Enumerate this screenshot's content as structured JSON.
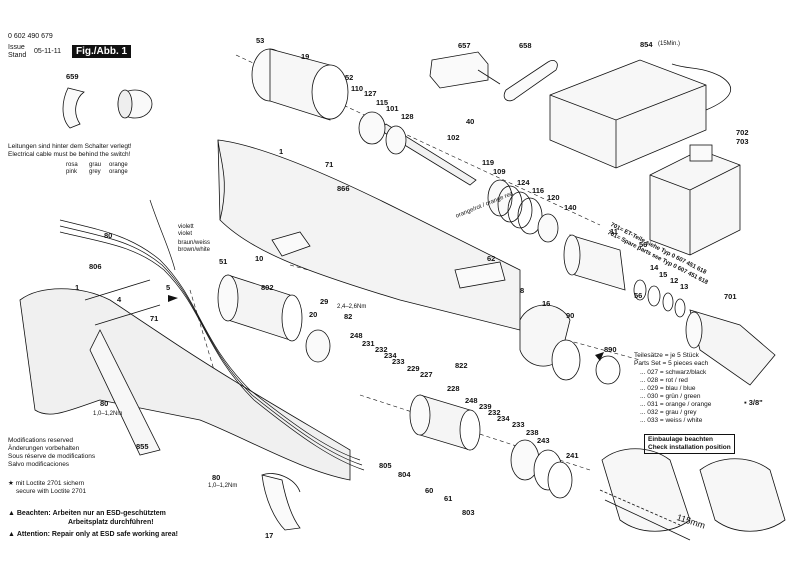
{
  "header": {
    "doc_number": "0 602 490 679",
    "issue_label": "Issue",
    "stand_label": "Stand",
    "issue_date": "05-11-11",
    "fig_label": "Fig./Abb. 1"
  },
  "cable_note": {
    "line1": "Leitungen sind hinter dem Schalter verlegt!",
    "line2": "Electrical cable must be behind the switch!"
  },
  "wire_colors": {
    "rosa": "rosa",
    "pink": "pink",
    "grau": "grau",
    "grey": "grey",
    "orange_de": "orange",
    "orange_en": "orange",
    "violett": "violett",
    "violet": "violet",
    "braunweiss": "braun/weiss",
    "brownwhite": "brown/white",
    "orange_rot": "orange/rot / orange red"
  },
  "torque_notes": {
    "t1": "2,4–2,6Nm",
    "t2": "1,0–1,2Nm",
    "t3": "1,0–1,2Nm"
  },
  "charger_label": "854",
  "charger_sub": "(15Min.)",
  "et_parts": {
    "line1": "701= ET-Teile siehe   Typ  0 607 451 618",
    "line2": "701= Spare parts see  Typ  0 607 451 618"
  },
  "parts_set": {
    "line1": "Teilesätze = je 5 Stück",
    "line2": "Parts Set   = 5 pieces each",
    "items": [
      "... 027 = schwarz/black",
      "... 028 = rot / red",
      "... 029 = blau / blue",
      "... 030 = grün / green",
      "... 031 = orange / orange",
      "... 032 = grau / grey",
      "... 033 = weiss / white"
    ]
  },
  "install_note": {
    "line1": "Einbaulage beachten",
    "line2": "Check installation position"
  },
  "chuck_size": "3/8\"",
  "dimension_115": "115mm",
  "modifications": [
    "Modifications reserved",
    "Änderungen vorbehalten",
    "Sous réserve de modifications",
    "Salvo modificaciones"
  ],
  "loctite_note": {
    "line1": "mit Loctite 2701 sichern",
    "line2": "secure with Loctite 2701"
  },
  "warnings": {
    "beachten_label": "Beachten:",
    "beachten_text1": "Arbeiten nur an ESD-geschütztem",
    "beachten_text2": "Arbeitsplatz durchführen!",
    "attention_label": "Attention:",
    "attention_text": "Repair only at ESD safe working area!"
  },
  "part_labels": [
    {
      "id": "659",
      "t": "659"
    },
    {
      "id": "657",
      "t": "657"
    },
    {
      "id": "658",
      "t": "658"
    },
    {
      "id": "53",
      "t": "53"
    },
    {
      "id": "19",
      "t": "19"
    },
    {
      "id": "52",
      "t": "52"
    },
    {
      "id": "110",
      "t": "110"
    },
    {
      "id": "127",
      "t": "127"
    },
    {
      "id": "115",
      "t": "115"
    },
    {
      "id": "101",
      "t": "101"
    },
    {
      "id": "128",
      "t": "128"
    },
    {
      "id": "102",
      "t": "102"
    },
    {
      "id": "40",
      "t": "40"
    },
    {
      "id": "119",
      "t": "119"
    },
    {
      "id": "109",
      "t": "109"
    },
    {
      "id": "124",
      "t": "124"
    },
    {
      "id": "116",
      "t": "116"
    },
    {
      "id": "120",
      "t": "120"
    },
    {
      "id": "140",
      "t": "140"
    },
    {
      "id": "702",
      "t": "702"
    },
    {
      "id": "703",
      "t": "703"
    },
    {
      "id": "1a",
      "t": "1"
    },
    {
      "id": "71a",
      "t": "71"
    },
    {
      "id": "866",
      "t": "866"
    },
    {
      "id": "10",
      "t": "10"
    },
    {
      "id": "62",
      "t": "62"
    },
    {
      "id": "11",
      "t": "11"
    },
    {
      "id": "56a",
      "t": "56"
    },
    {
      "id": "14",
      "t": "14"
    },
    {
      "id": "15",
      "t": "15"
    },
    {
      "id": "12",
      "t": "12"
    },
    {
      "id": "13",
      "t": "13"
    },
    {
      "id": "56b",
      "t": "56"
    },
    {
      "id": "701",
      "t": "701"
    },
    {
      "id": "80a",
      "t": "80"
    },
    {
      "id": "806",
      "t": "806"
    },
    {
      "id": "4",
      "t": "4"
    },
    {
      "id": "5",
      "t": "5"
    },
    {
      "id": "51",
      "t": "51"
    },
    {
      "id": "802",
      "t": "802"
    },
    {
      "id": "29",
      "t": "29"
    },
    {
      "id": "20",
      "t": "20"
    },
    {
      "id": "82",
      "t": "82"
    },
    {
      "id": "8",
      "t": "8"
    },
    {
      "id": "16",
      "t": "16"
    },
    {
      "id": "90",
      "t": "90"
    },
    {
      "id": "890",
      "t": "890"
    },
    {
      "id": "1b",
      "t": "1"
    },
    {
      "id": "71b",
      "t": "71"
    },
    {
      "id": "248",
      "t": "248"
    },
    {
      "id": "231",
      "t": "231"
    },
    {
      "id": "232a",
      "t": "232"
    },
    {
      "id": "234a",
      "t": "234"
    },
    {
      "id": "233a",
      "t": "233"
    },
    {
      "id": "229",
      "t": "229"
    },
    {
      "id": "227",
      "t": "227"
    },
    {
      "id": "822",
      "t": "822"
    },
    {
      "id": "228",
      "t": "228"
    },
    {
      "id": "248b",
      "t": "248"
    },
    {
      "id": "239",
      "t": "239"
    },
    {
      "id": "232b",
      "t": "232"
    },
    {
      "id": "234b",
      "t": "234"
    },
    {
      "id": "233b",
      "t": "233"
    },
    {
      "id": "238",
      "t": "238"
    },
    {
      "id": "243",
      "t": "243"
    },
    {
      "id": "241",
      "t": "241"
    },
    {
      "id": "80b",
      "t": "80"
    },
    {
      "id": "855",
      "t": "855"
    },
    {
      "id": "80c",
      "t": "80"
    },
    {
      "id": "805",
      "t": "805"
    },
    {
      "id": "804",
      "t": "804"
    },
    {
      "id": "60",
      "t": "60"
    },
    {
      "id": "61",
      "t": "61"
    },
    {
      "id": "803",
      "t": "803"
    },
    {
      "id": "17",
      "t": "17"
    }
  ]
}
